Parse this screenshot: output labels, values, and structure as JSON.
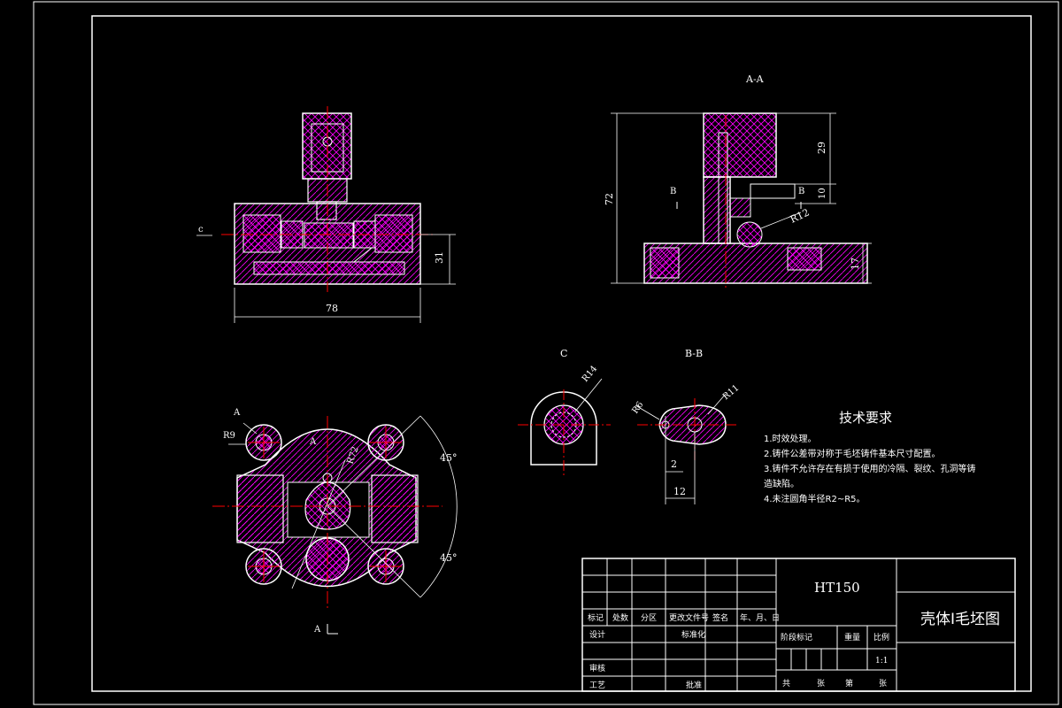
{
  "views": {
    "front": {
      "label_c": "c",
      "dim_width": "78",
      "dim_height": "31"
    },
    "section_aa": {
      "title": "A-A",
      "dim_total": "72",
      "dim_top": "29",
      "dim_slot": "10",
      "dim_base": "17",
      "radius": "R12",
      "cut_b_left": "B",
      "cut_b_right": "B"
    },
    "top": {
      "cut_a_top": "A",
      "cut_a_mid": "A",
      "cut_a_bottom": "A",
      "radius_r9": "R9",
      "radius_r72": "R72",
      "angle_upper": "45°",
      "angle_lower": "45°"
    },
    "view_c": {
      "title": "C",
      "radius": "R14"
    },
    "section_bb": {
      "title": "B-B",
      "radius_r6": "R6",
      "radius_r11": "R11",
      "dim_2": "2",
      "dim_12": "12"
    }
  },
  "tech_requirements": {
    "title": "技术要求",
    "items": [
      "1.时效处理。",
      "2.铸件公差带对称于毛坯铸件基本尺寸配置。",
      "3.铸件不允许存在有损于使用的冷隔、裂纹、孔洞等铸",
      "造缺陷。",
      "4.未注圆角半径R2~R5。"
    ]
  },
  "title_block": {
    "material": "HT150",
    "drawing_name": "壳体I毛坯图",
    "row_headers": [
      "标记",
      "处数",
      "分区",
      "更改文件号",
      "签名",
      "年、月、日"
    ],
    "design": "设计",
    "standardize": "标准化",
    "stage_mark": "阶段标记",
    "weight": "重量",
    "scale_label": "比例",
    "scale": "1:1",
    "review": "审核",
    "process": "工艺",
    "approve": "批准",
    "total": "共",
    "sheets": "张",
    "page": "第",
    "sheet": "张"
  },
  "colors": {
    "background": "#000000",
    "outline": "#ffffff",
    "hatch": "#ff00ff",
    "center": "#ff0000",
    "dimension": "#ffffff"
  }
}
